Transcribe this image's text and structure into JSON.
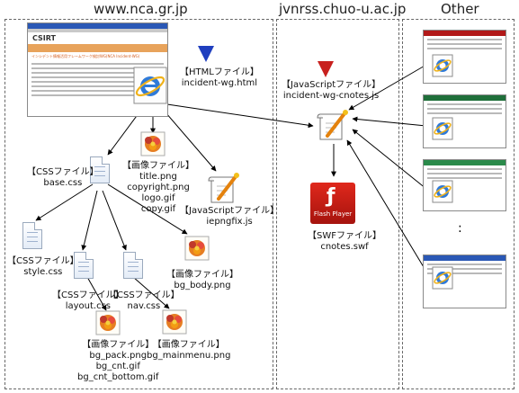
{
  "sections": {
    "nca": "www.nca.gr.jp",
    "jvn": "jvnrss.chuo-u.ac.jp",
    "other": "Other"
  },
  "nodes": {
    "html_file": [
      "【HTMLファイル】",
      "incident-wg.html"
    ],
    "js_cnotes": [
      "【JavaScriptファイル】",
      "incident-wg-cnotes.js"
    ],
    "css_base": [
      "【CSSファイル】",
      "base.css"
    ],
    "img_title": [
      "【画像ファイル】",
      "title.png",
      "copyright.png",
      "logo.gif",
      "copy.gif"
    ],
    "js_iepngfix": [
      "【JavaScriptファイル】",
      "iepngfix.js"
    ],
    "css_style": [
      "【CSSファイル】",
      "style.css"
    ],
    "img_bg_body": [
      "【画像ファイル】",
      "bg_body.png"
    ],
    "css_layout": [
      "【CSSファイル】",
      "layout.css"
    ],
    "css_nav": [
      "【CSSファイル】",
      "nav.css"
    ],
    "img_bg_pack": [
      "【画像ファイル】",
      "bg_pack.png",
      "bg_cnt.gif",
      "bg_cnt_bottom.gif"
    ],
    "img_bg_mainmenu": [
      "【画像ファイル】",
      "bg_mainmenu.png"
    ],
    "swf_cnotes": [
      "【SWFファイル】",
      "cnotes.swf"
    ]
  },
  "thumbnail": {
    "header_logo": "CSIRT",
    "page_heading": "インシデント情報活用フレームワーク検討WG(NCA Incident-WG)"
  },
  "flash_label": "Flash Player",
  "ellipsis": ":",
  "marker_colors": {
    "blue": "#1f3fbf",
    "red": "#c8201e"
  }
}
